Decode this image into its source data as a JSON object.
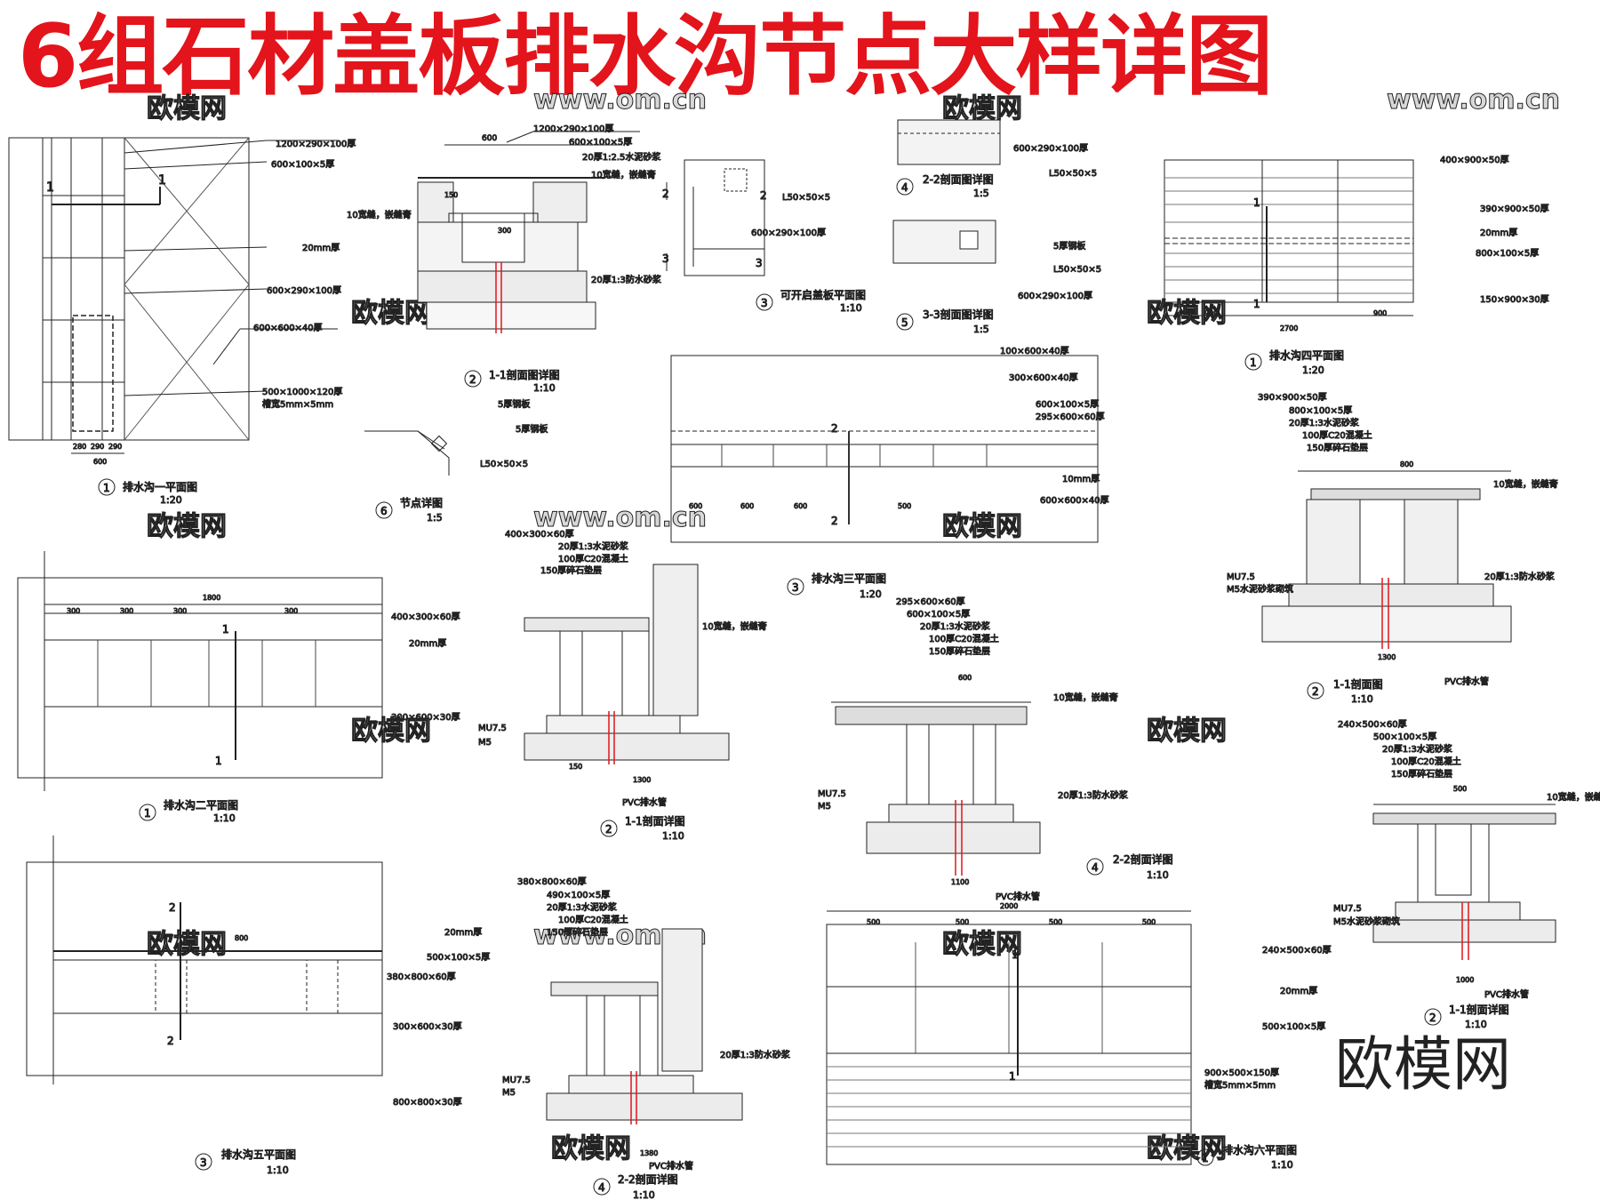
{
  "title": "6组石材盖板排水沟节点大样详图",
  "watermark": "欧模网",
  "watermark_url": "www.om.cn",
  "accent_color": "#e3141b",
  "views": [
    {
      "num": "1",
      "name": "排水沟一平面图",
      "scale": "1:20"
    },
    {
      "num": "2",
      "name": "1-1剖面图详图",
      "scale": "1:10"
    },
    {
      "num": "3",
      "name": "可开启盖板平面图",
      "scale": "1:10"
    },
    {
      "num": "4",
      "name": "2-2剖面图详图",
      "scale": "1:5"
    },
    {
      "num": "5",
      "name": "3-3剖面图详图",
      "scale": "1:5"
    },
    {
      "num": "6",
      "name": "节点详图",
      "scale": "1:5"
    },
    {
      "num": "1",
      "name": "排水沟四平面图",
      "scale": "1:20"
    },
    {
      "num": "1",
      "name": "排水沟二平面图",
      "scale": "1:10"
    },
    {
      "num": "3",
      "name": "排水沟三平面图",
      "scale": "1:20"
    },
    {
      "num": "2",
      "name": "1-1剖面详图",
      "scale": "1:10"
    },
    {
      "num": "2",
      "name": "1-1剖面图",
      "scale": "1:10"
    },
    {
      "num": "4",
      "name": "2-2剖面详图",
      "scale": "1:10"
    },
    {
      "num": "2",
      "name": "1-1剖面详图",
      "scale": "1:10"
    },
    {
      "num": "3",
      "name": "排水沟五平面图",
      "scale": "1:10"
    },
    {
      "num": "4",
      "name": "2-2剖面详图",
      "scale": "1:10"
    },
    {
      "num": "1",
      "name": "排水沟六平面图",
      "scale": "1:10"
    }
  ],
  "labels": {
    "a1": "1200×290×100厚",
    "a2": "600×100×5厚",
    "a3": "20mm厚",
    "a4": "600×290×100厚",
    "a5": "600×600×40厚",
    "a6": "500×1000×120厚",
    "a7": "槽宽5mm×5mm",
    "b1": "20厚1:2.5水泥砂浆",
    "b2": "10宽缝，嵌缝膏",
    "b3": "20厚1:3防水砂浆",
    "c1": "L50×50×5",
    "c2": "600×290×100厚",
    "d1": "600×290×100厚",
    "d2": "L50×50×5",
    "e1": "5厚钢板",
    "e2": "L50×50×5",
    "e3": "600×290×100厚",
    "f1": "400×900×50厚",
    "f2": "390×900×50厚",
    "f3": "20mm厚",
    "f4": "800×100×5厚",
    "f5": "150×900×30厚",
    "g1": "100×600×40厚",
    "g2": "300×600×40厚",
    "g3": "600×100×5厚",
    "g4": "295×600×60厚",
    "g5": "10mm厚",
    "g6": "600×600×40厚",
    "h1": "400×300×60厚",
    "h2": "20mm厚",
    "h3": "300×600×30厚",
    "i1": "390×900×50厚",
    "i2": "800×100×5厚",
    "i3": "20厚1:3水泥砂浆",
    "i4": "100厚C20混凝土",
    "i5": "150厚碎石垫层",
    "i6": "M5水泥砂浆砌筑",
    "j1": "400×300×60厚",
    "j2": "20厚1:3水泥砂浆",
    "j3": "100厚C20混凝土",
    "j4": "150厚碎石垫层",
    "j5": "MU7.5",
    "j6": "M5",
    "j7": "PVC排水管",
    "k1": "295×600×60厚",
    "k2": "600×100×5厚",
    "k3": "20厚1:3水泥砂浆",
    "k4": "100厚C20混凝土",
    "k5": "150厚碎石垫层",
    "k6": "MU7.5",
    "k7": "M5",
    "l1": "240×500×60厚",
    "l2": "500×100×5厚",
    "l3": "20厚1:3水泥砂浆",
    "l4": "100厚C20混凝土",
    "l5": "150厚碎石垫层",
    "m1": "20mm厚",
    "m2": "500×100×5厚",
    "m3": "380×800×60厚",
    "m4": "300×600×30厚",
    "m5": "800×800×30厚",
    "n1": "380×800×60厚",
    "n2": "490×100×5厚",
    "n3": "20厚1:3水泥砂浆",
    "n4": "100厚C20混凝土",
    "n5": "150厚碎石垫层",
    "o1": "240×500×60厚",
    "o2": "20mm厚",
    "o3": "500×100×5厚",
    "o4": "900×500×150厚",
    "o5": "槽宽5mm×5mm"
  },
  "dims": {
    "d600": "600",
    "d290": "290",
    "d280": "280",
    "d2000": "2000",
    "d1800": "1800",
    "d2700": "2700",
    "d300": "300",
    "d500": "500",
    "d900": "900",
    "d800": "800",
    "d150": "150",
    "d1000": "1000",
    "d1300": "1300",
    "d1100": "1100",
    "d1380": "1380"
  }
}
